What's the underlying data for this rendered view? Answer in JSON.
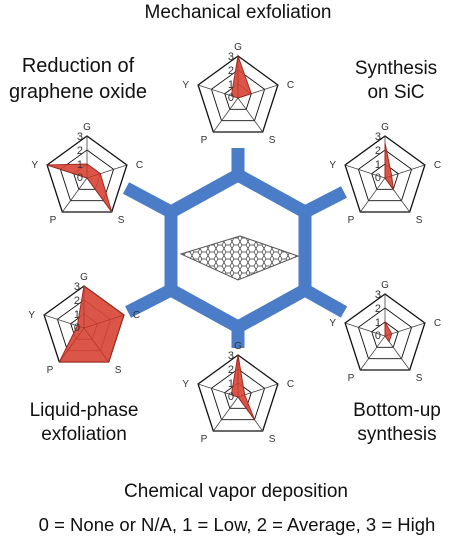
{
  "title": "Mechanical exfoliation",
  "methods": [
    {
      "id": "mechanical",
      "label_lines": [
        "Mechanical exfoliation"
      ],
      "scores": {
        "G": 3,
        "C": 1,
        "S": 0,
        "P": 0,
        "Y": 0.5
      }
    },
    {
      "id": "sic",
      "label_lines": [
        "Synthesis",
        "on SiC"
      ],
      "scores": {
        "G": 2.5,
        "C": 0.5,
        "S": 1,
        "P": 0,
        "Y": 0
      }
    },
    {
      "id": "bottom_up",
      "label_lines": [
        "Bottom-up",
        "synthesis"
      ],
      "scores": {
        "G": 1,
        "C": 0.5,
        "S": 0.5,
        "P": 0,
        "Y": 0
      }
    },
    {
      "id": "cvd",
      "label_lines": [
        "Chemical vapor deposition"
      ],
      "scores": {
        "G": 3,
        "C": 0.5,
        "S": 2,
        "P": 0,
        "Y": 0.5
      }
    },
    {
      "id": "liquid_phase",
      "label_lines": [
        "Liquid-phase",
        "exfoliation"
      ],
      "scores": {
        "G": 3,
        "C": 3,
        "S": 3,
        "P": 3,
        "Y": 0.5
      }
    },
    {
      "id": "rgo",
      "label_lines": [
        "Reduction of",
        "graphene oxide"
      ],
      "scores": {
        "G": 1,
        "C": 1,
        "S": 3,
        "P": 0,
        "Y": 3
      }
    }
  ],
  "axes": [
    "G",
    "C",
    "S",
    "P",
    "Y"
  ],
  "tick_labels": [
    "3",
    "2",
    "1",
    "0"
  ],
  "legend": "0 = None or N/A, 1 = Low, 2 = Average, 3 = High",
  "colors": {
    "hexagon": "#4a7cc7",
    "fill": "#d9463a",
    "fill_edge": "#a52a1f",
    "grid": "#111111",
    "spoke": "#444444"
  }
}
